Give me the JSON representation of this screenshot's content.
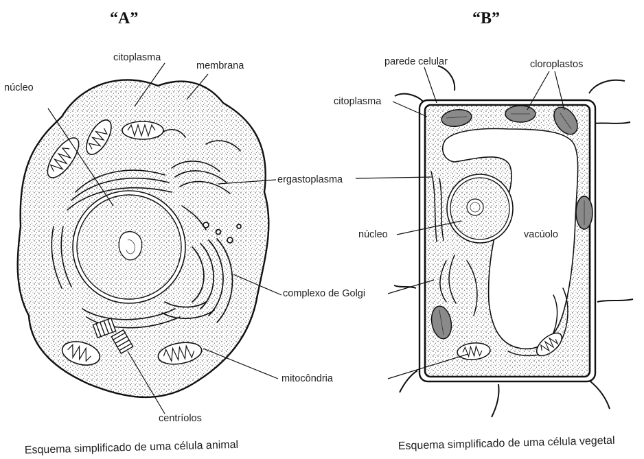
{
  "headers": {
    "a": "“A”",
    "b": "“B”"
  },
  "cell_a": {
    "labels": {
      "citoplasma": "citoplasma",
      "membrana": "membrana",
      "nucleo": "núcleo",
      "ergastoplasma": "ergastoplasma",
      "golgi": "complexo de Golgi",
      "mitocondria": "mitocôndria",
      "centriolos": "centríolos"
    },
    "caption": "Esquema simplificado de  uma célula animal"
  },
  "cell_b": {
    "labels": {
      "parede": "parede celular",
      "cloroplastos": "cloroplastos",
      "citoplasma": "citoplasma",
      "nucleo": "núcleo",
      "vacuolo": "vacúolo"
    },
    "caption": "Esquema simplificado de  uma célula vegetal"
  }
}
